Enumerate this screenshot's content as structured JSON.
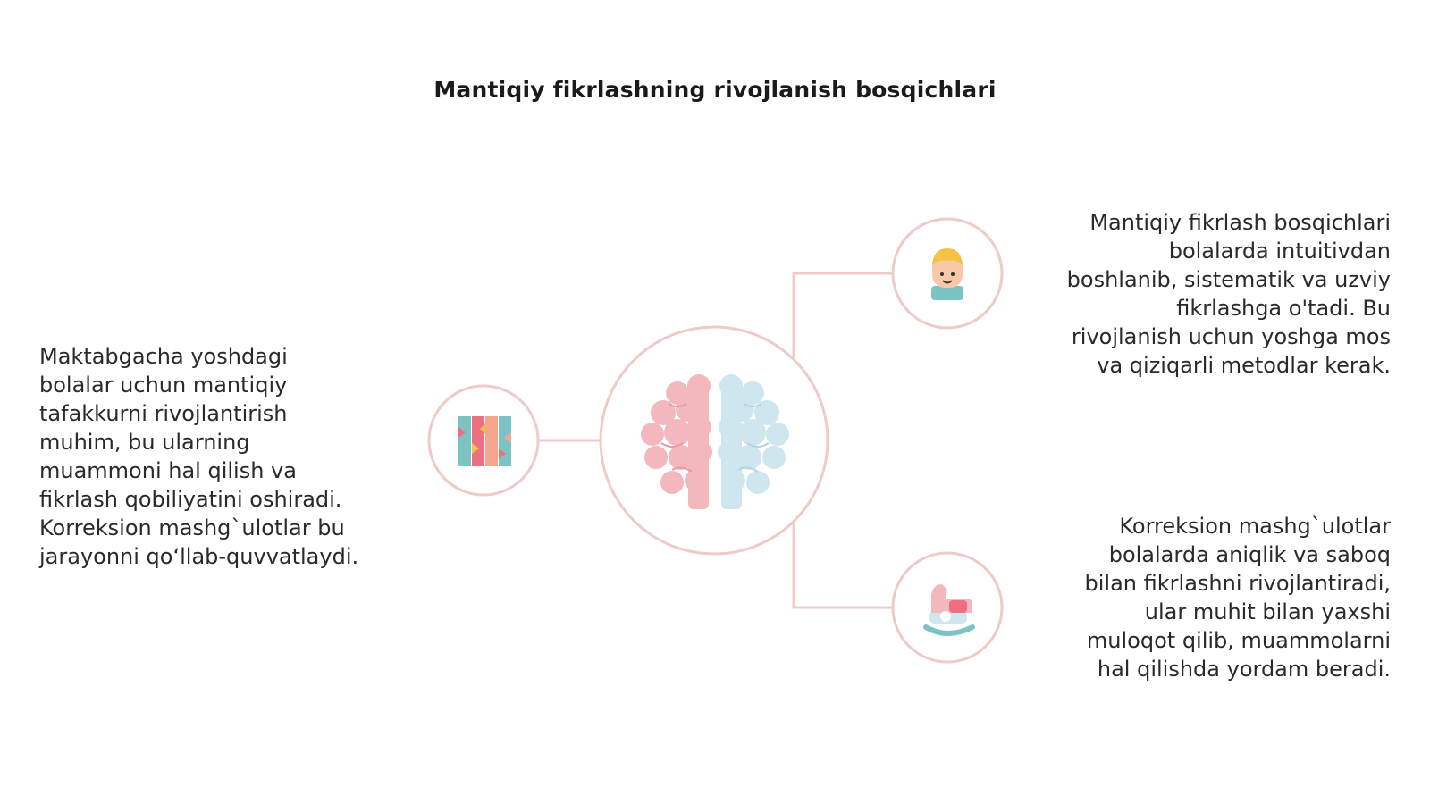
{
  "title": "Mantiqiy fikrlashning rivojlanish bosqichlari",
  "texts": {
    "left": "Maktabgacha yoshdagi\nbolalar uchun mantiqiy\ntafakkurni rivojlantirish\nmuhim, bu ularning\nmuammoni hal qilish va\nfikrlash qobiliyatini oshiradi.\nKorreksion mashg`ulotlar bu\njarayonni qo‘llab-quvvatlaydi.",
    "top_right": "Mantiqiy fikrlash bosqichlari\nbolalarda intuitivdan\nboshlanib, sistematik va uzviy\nfikrlashga o'tadi. Bu\nrivojlanish uchun yoshga mos\nva qiziqarli metodlar kerak.",
    "bottom_right": "Korreksion mashg`ulotlar\nbolalarda aniqlik va saboq\nbilan fikrlashni rivojlantiradi,\nular muhit bilan yaxshi\nmuloqot qilib, muammolarni\nhal qilishda yordam beradi."
  },
  "icons": {
    "center": "brain-icon",
    "left": "puzzle-blocks-icon",
    "top_right": "child-face-icon",
    "bottom_right": "rocking-horse-icon"
  },
  "colors": {
    "ring": "#f0c9c9",
    "connector": "#f0c9c9",
    "brain_left": "#f2b8bd",
    "brain_right": "#cfe6ee",
    "accent_pink": "#ef6f82",
    "accent_teal": "#7cc3c4",
    "accent_yellow": "#f5c242"
  }
}
